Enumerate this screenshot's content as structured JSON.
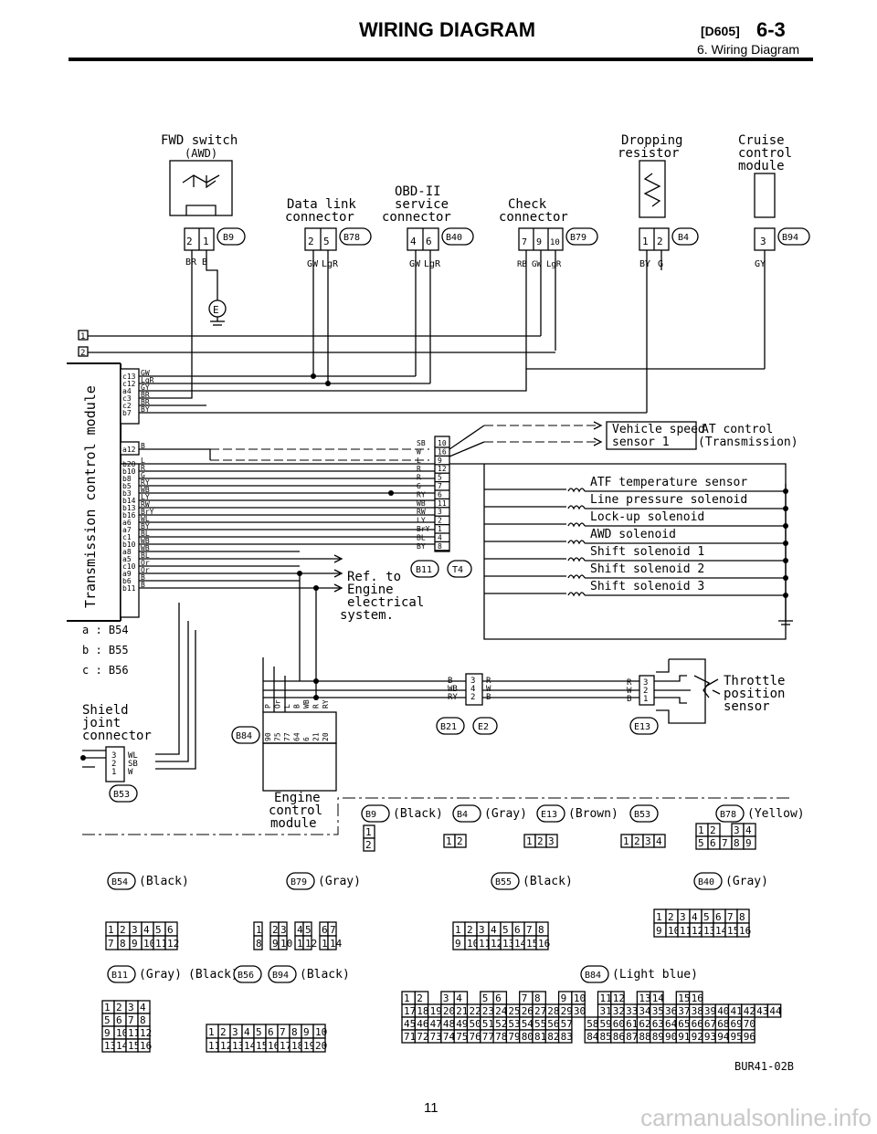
{
  "header": {
    "title": "WIRING DIAGRAM",
    "code": "[D605]",
    "page_ref": "6-3",
    "subtitle": "6. Wiring Diagram"
  },
  "components": {
    "fwd_switch": {
      "name": "FWD switch",
      "note": "(AWD)",
      "connector": "B9",
      "wires": [
        "BR",
        "B"
      ]
    },
    "ground": "E",
    "data_link": {
      "name_1": "Data link",
      "name_2": "connector",
      "connector": "B78",
      "wires": [
        "GW",
        "LgR"
      ]
    },
    "obd": {
      "name_1": "OBD-II",
      "name_2": "service",
      "name_3": "connector",
      "connector": "B40",
      "wires": [
        "GW",
        "LgR"
      ]
    },
    "check": {
      "name_1": "Check",
      "name_2": "connector",
      "connector": "B79",
      "wires": [
        "RB",
        "GW",
        "LgR"
      ]
    },
    "dropping": {
      "name_1": "Dropping",
      "name_2": "resistor",
      "connector": "B4",
      "wires": [
        "BY",
        "G"
      ]
    },
    "cruise": {
      "name_1": "Cruise",
      "name_2": "control",
      "name_3": "module",
      "connector": "B94",
      "wires": [
        "GY"
      ]
    },
    "tcm_label": "Transmission control module",
    "bus_labels": [
      "1",
      "2"
    ],
    "vehicle_speed": {
      "name_1": "Vehicle speed",
      "name_2": "sensor 1"
    },
    "at_control": {
      "name_1": "AT control",
      "name_2": "(Transmission)"
    },
    "solenoids": [
      "ATF temperature sensor",
      "Line pressure solenoid",
      "Lock-up solenoid",
      "AWD solenoid",
      "Shift solenoid 1",
      "Shift solenoid 2",
      "Shift solenoid 3"
    ],
    "ref_engine": {
      "line_1": "Ref. to",
      "line_2": "Engine",
      "line_3": "electrical",
      "line_4": "system."
    },
    "throttle": {
      "name_1": "Throttle",
      "name_2": "position",
      "name_3": "sensor",
      "connector": "E13"
    },
    "engine_module": {
      "name_1": "Engine",
      "name_2": "control",
      "name_3": "module",
      "connector": "B84"
    },
    "shield": {
      "name_1": "Shield",
      "name_2": "joint",
      "name_3": "connector",
      "connector": "B53"
    },
    "connector_keys": [
      "a : B54",
      "b : B55",
      "c : B56"
    ],
    "mid_connectors": [
      "B11",
      "T4",
      "B21",
      "E2"
    ]
  },
  "tcm_pins": [
    {
      "pin": "c13",
      "color": "GW"
    },
    {
      "pin": "c12",
      "color": "LgR"
    },
    {
      "pin": "a4",
      "color": "GY"
    },
    {
      "pin": "c3",
      "color": "BR"
    },
    {
      "pin": "c2",
      "color": "BR"
    },
    {
      "pin": "b7",
      "color": "BY"
    },
    {
      "pin": "a12",
      "color": "B"
    },
    {
      "pin": "b20",
      "color": "L"
    },
    {
      "pin": "b10",
      "color": "R"
    },
    {
      "pin": "b8",
      "color": "G"
    },
    {
      "pin": "b5",
      "color": "RY"
    },
    {
      "pin": "b3",
      "color": "WB"
    },
    {
      "pin": "b14",
      "color": "LY"
    },
    {
      "pin": "b13",
      "color": "RW"
    },
    {
      "pin": "b16",
      "color": "BrY"
    },
    {
      "pin": "a6",
      "color": "WL"
    },
    {
      "pin": "a7",
      "color": "BY"
    },
    {
      "pin": "c1",
      "color": "BL"
    },
    {
      "pin": "b10",
      "color": "WB"
    },
    {
      "pin": "a8",
      "color": "WB"
    },
    {
      "pin": "a5",
      "color": "BL"
    },
    {
      "pin": "c10",
      "color": "Or"
    },
    {
      "pin": "a9",
      "color": "Or"
    },
    {
      "pin": "b6",
      "color": "B"
    },
    {
      "pin": "b11",
      "color": "B"
    }
  ],
  "b11_pins": [
    {
      "color": "SB",
      "pin": "10"
    },
    {
      "color": "W",
      "pin": "16"
    },
    {
      "color": "L",
      "pin": "9"
    },
    {
      "color": "R",
      "pin": "12"
    },
    {
      "color": "R",
      "pin": "5"
    },
    {
      "color": "G",
      "pin": "7"
    },
    {
      "color": "RY",
      "pin": "6"
    },
    {
      "color": "WB",
      "pin": "11"
    },
    {
      "color": "RW",
      "pin": "3"
    },
    {
      "color": "LY",
      "pin": "2"
    },
    {
      "color": "BrY",
      "pin": "1"
    },
    {
      "color": "BL",
      "pin": "4"
    },
    {
      "color": "BY",
      "pin": "8"
    }
  ],
  "b21_pins": [
    {
      "left": "B",
      "pin": "3",
      "right": "R"
    },
    {
      "left": "WB",
      "pin": "4",
      "right": "W"
    },
    {
      "left": "RY",
      "pin": "2",
      "right": "B"
    }
  ],
  "e13_pins": [
    {
      "color": "R",
      "pin": "3"
    },
    {
      "color": "W",
      "pin": "2"
    },
    {
      "color": "B",
      "pin": "1"
    }
  ],
  "shield_pins": [
    {
      "pin": "3",
      "color": "WL"
    },
    {
      "pin": "2",
      "color": "SB"
    },
    {
      "pin": "1",
      "color": "W"
    }
  ],
  "b84_pins": [
    "90",
    "75",
    "77",
    "64",
    "6",
    "21",
    "20"
  ],
  "b84_colors": [
    "P",
    "Or",
    "L",
    "B",
    "WB",
    "R",
    "RY"
  ],
  "connector_legend": {
    "b9": {
      "id": "B9",
      "color": "(Black)",
      "rows": [
        [
          "1"
        ],
        [
          "2"
        ]
      ]
    },
    "b4": {
      "id": "B4",
      "color": "(Gray)",
      "rows": [
        [
          "1",
          "2"
        ]
      ]
    },
    "e13": {
      "id": "E13",
      "color": "(Brown)",
      "rows": [
        [
          "1",
          "2",
          "3"
        ]
      ]
    },
    "b53": {
      "id": "B53",
      "color": "",
      "rows": [
        [
          "1",
          "2",
          "3",
          "4"
        ]
      ]
    },
    "b78": {
      "id": "B78",
      "color": "(Yellow)",
      "rows": [
        [
          "1",
          "2",
          "",
          "3",
          "4"
        ],
        [
          "5",
          "6",
          "7",
          "8",
          "9"
        ]
      ]
    },
    "b54": {
      "id": "B54",
      "color": "(Black)",
      "rows": [
        [
          "1",
          "2",
          "3",
          "4",
          "5",
          "6"
        ],
        [
          "7",
          "8",
          "9",
          "10",
          "11",
          "12"
        ]
      ]
    },
    "b79": {
      "id": "B79",
      "color": "(Gray)",
      "rows": [
        [
          "1",
          "",
          "2",
          "3",
          "",
          "4",
          "5",
          "",
          "6",
          "7"
        ],
        [
          "8",
          "",
          "9",
          "10",
          "",
          "11",
          "12",
          "",
          "13",
          "14"
        ]
      ]
    },
    "b55": {
      "id": "B55",
      "color": "(Black)",
      "rows": [
        [
          "1",
          "2",
          "3",
          "4",
          "5",
          "6",
          "7",
          "8"
        ],
        [
          "9",
          "10",
          "11",
          "12",
          "13",
          "14",
          "15",
          "16"
        ]
      ]
    },
    "b40": {
      "id": "B40",
      "color": "(Gray)",
      "rows": [
        [
          "1",
          "2",
          "3",
          "4",
          "5",
          "6",
          "7",
          "8"
        ],
        [
          "9",
          "10",
          "11",
          "12",
          "13",
          "14",
          "15",
          "16"
        ]
      ]
    },
    "b11": {
      "id": "B11",
      "color": "(Gray)",
      "rows": [
        [
          "1",
          "2",
          "3",
          "4"
        ],
        [
          "5",
          "6",
          "7",
          "8"
        ],
        [
          "9",
          "10",
          "11",
          "12"
        ],
        [
          "13",
          "14",
          "15",
          "16"
        ]
      ]
    },
    "b56_label": "(Black)",
    "b56": {
      "id": "B56",
      "rows": [
        [
          "1",
          "2",
          "3",
          "4",
          "5",
          "6",
          "7",
          "8",
          "9",
          "10"
        ],
        [
          "11",
          "12",
          "13",
          "14",
          "15",
          "16",
          "17",
          "18",
          "19",
          "20"
        ]
      ]
    },
    "b94": {
      "id": "B94",
      "color": "(Black)"
    },
    "b84": {
      "id": "B84",
      "color": "(Light blue)",
      "rows": [
        [
          "1",
          "2",
          "",
          "3",
          "4",
          "",
          "5",
          "6",
          "",
          "7",
          "8",
          "",
          "9",
          "10",
          "",
          "11",
          "12",
          "",
          "13",
          "14",
          "",
          "15",
          "16"
        ],
        [
          "17",
          "18",
          "19",
          "20",
          "21",
          "22",
          "23",
          "24",
          "25",
          "26",
          "27",
          "28",
          "29",
          "30",
          "",
          "31",
          "32",
          "33",
          "34",
          "35",
          "36",
          "37",
          "38",
          "39",
          "40",
          "41",
          "42",
          "43",
          "44"
        ],
        [
          "45",
          "46",
          "47",
          "48",
          "49",
          "50",
          "51",
          "52",
          "53",
          "54",
          "55",
          "56",
          "57",
          "",
          "58",
          "59",
          "60",
          "61",
          "62",
          "63",
          "64",
          "65",
          "66",
          "67",
          "68",
          "69",
          "70"
        ],
        [
          "71",
          "72",
          "73",
          "74",
          "75",
          "76",
          "77",
          "78",
          "79",
          "80",
          "81",
          "82",
          "83",
          "",
          "84",
          "85",
          "86",
          "87",
          "88",
          "89",
          "90",
          "91",
          "92",
          "93",
          "94",
          "95",
          "96"
        ]
      ]
    }
  },
  "footer": {
    "figure_code": "BUR41-02B",
    "page_number": "11",
    "watermark": "carmanualsonline.info"
  }
}
